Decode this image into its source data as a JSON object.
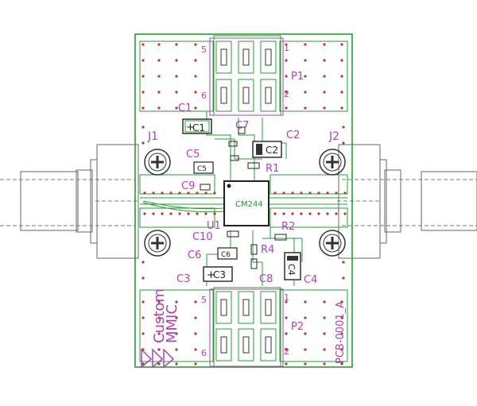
{
  "board": {
    "ic_label": "CM244",
    "part_number": "PCB-0001_A",
    "logo_line1": "Custom",
    "logo_line2": "MMIC"
  },
  "components": {
    "c1": "C1",
    "c2": "C2",
    "c3": "C3",
    "c4": "C4",
    "c5": "C5",
    "c6": "C6",
    "c7": "C7",
    "c8": "C8",
    "c9": "C9",
    "c10": "C10",
    "r1": "R1",
    "r2": "R2",
    "r4": "R4",
    "u1": "U1",
    "j1": "J1",
    "j2": "J2",
    "p1": "P1",
    "p2": "P2"
  },
  "pins": {
    "top_left_5": "5",
    "top_left_6": "6",
    "top_right_1": "1",
    "top_right_2": "2",
    "bot_left_5": "5",
    "bot_left_6": "6",
    "bot_right_1": "1",
    "bot_right_2": "2"
  },
  "colors": {
    "silkscreen": "#b040b0",
    "copper_outline": "#22a030",
    "connector": "#666666"
  }
}
